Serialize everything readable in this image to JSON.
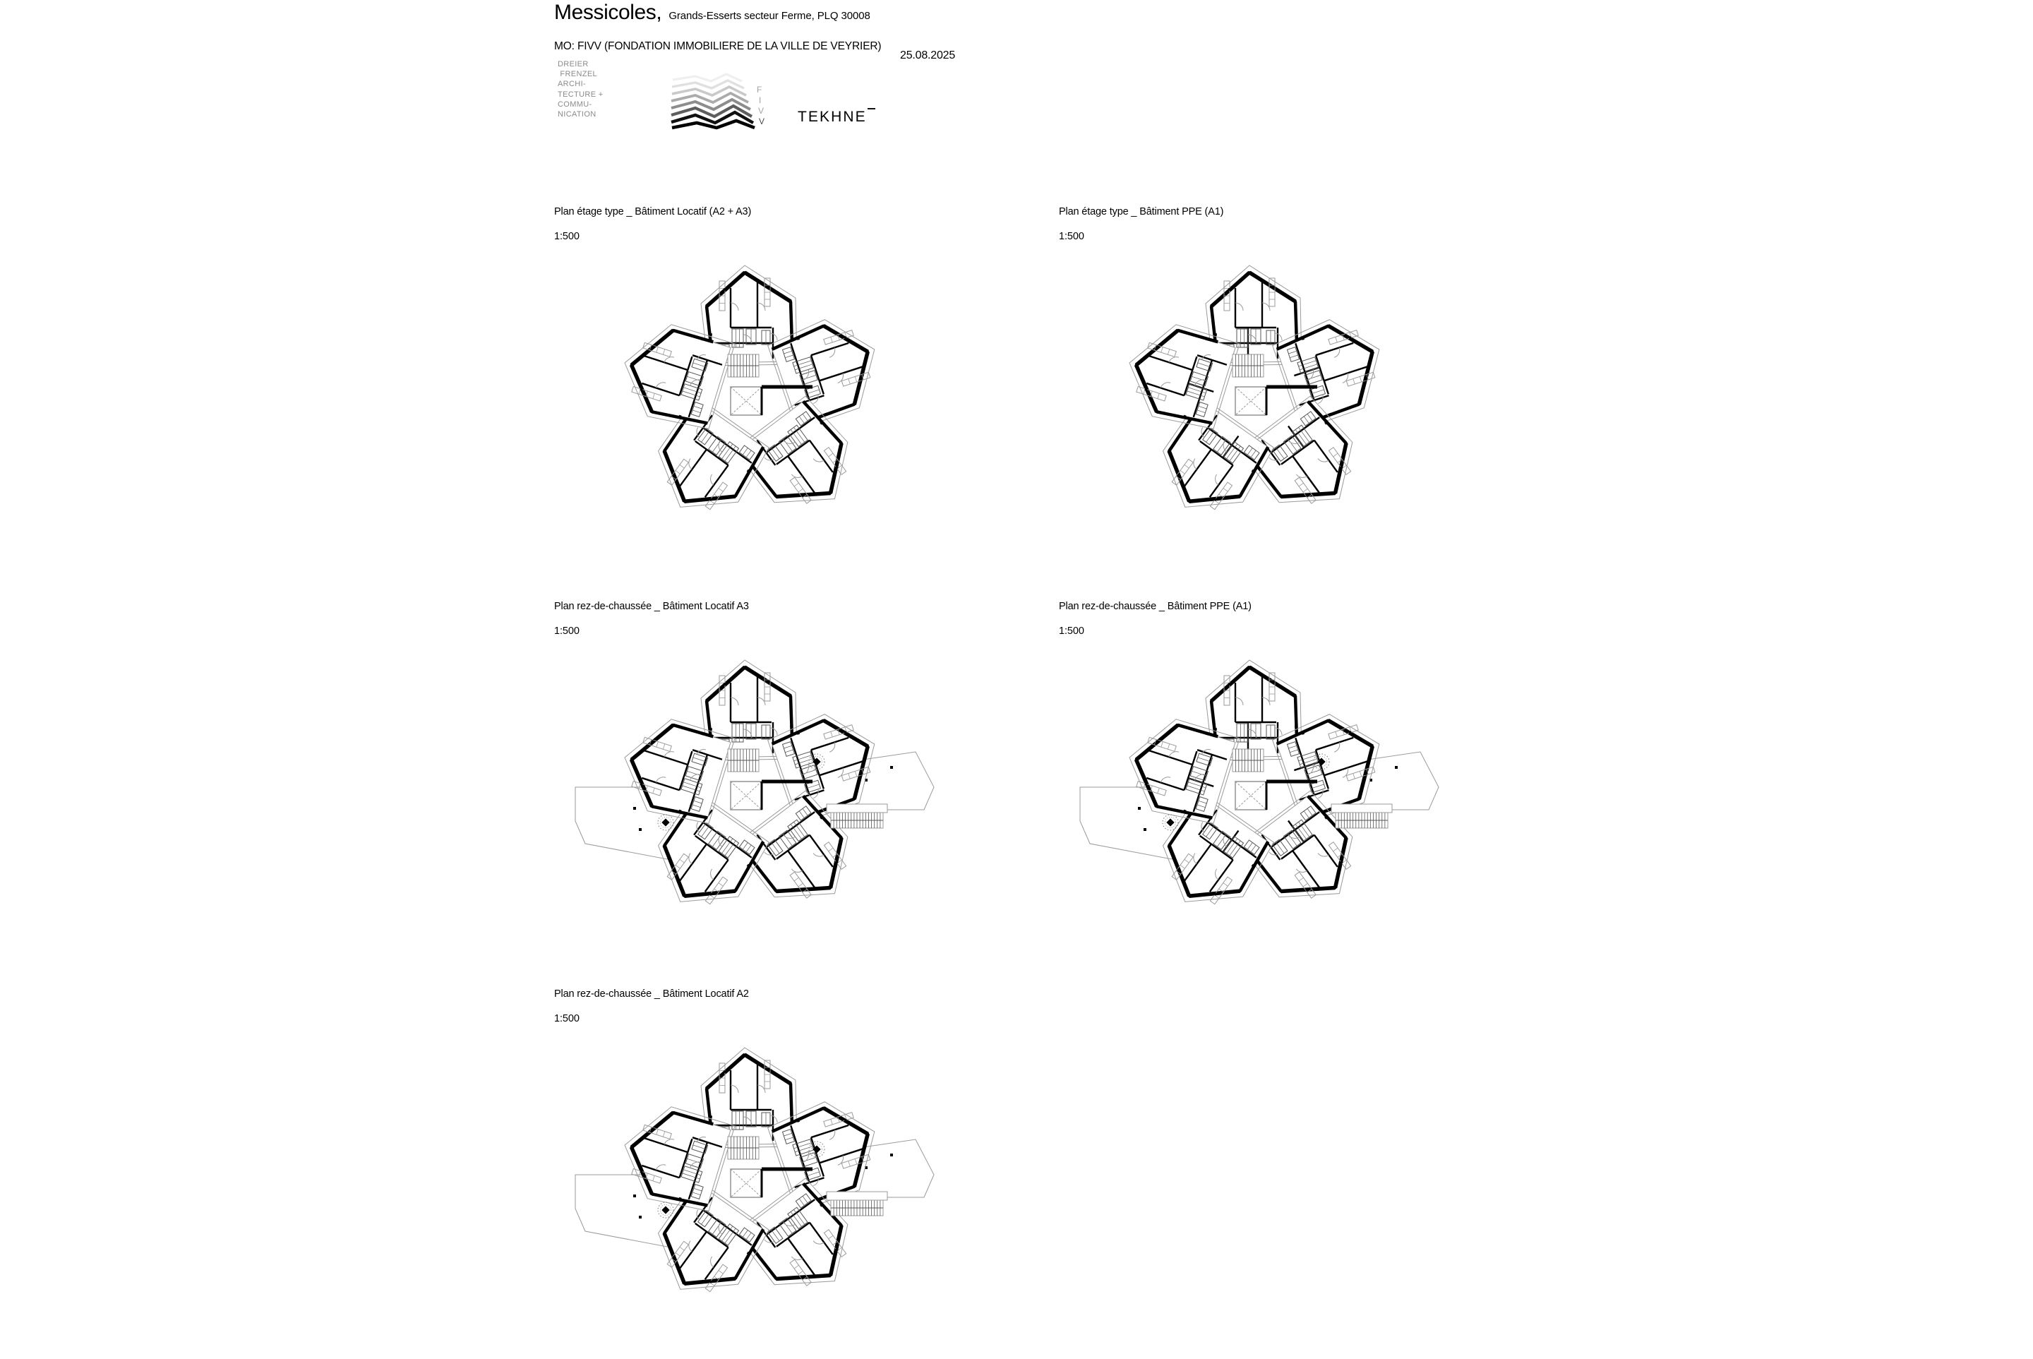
{
  "sheet": {
    "project_name": "Messicoles,",
    "project_subtitle": "Grands-Esserts secteur Ferme, PLQ 30008",
    "client_line": "MO: FIVV (FONDATION IMMOBILIERE DE LA VILLE DE VEYRIER)",
    "date": "25.08.2025"
  },
  "logos": {
    "architect": [
      "DREIER",
      " FRENZEL",
      "ARCHI-",
      "TECTURE +",
      "COMMU-",
      "NICATION"
    ],
    "fivv_letters": [
      "F",
      "I",
      "V",
      "V"
    ],
    "engineer": "TEKHNE"
  },
  "plans": [
    {
      "id": "etage-locatif-a2-a3",
      "title": "Plan étage type _ Bâtiment Locatif (A2 + A3)",
      "scale": "1:500",
      "floor": "etage",
      "variant": "locatif",
      "has_terrace": false,
      "has_trees": false,
      "has_ext_stairs": false
    },
    {
      "id": "etage-ppe-a1",
      "title": "Plan étage type _ Bâtiment PPE (A1)",
      "scale": "1:500",
      "floor": "etage",
      "variant": "ppe",
      "has_terrace": false,
      "has_trees": false,
      "has_ext_stairs": false
    },
    {
      "id": "rez-locatif-a3",
      "title": "Plan rez-de-chaussée _ Bâtiment Locatif A3",
      "scale": "1:500",
      "floor": "rez",
      "variant": "locatif",
      "has_terrace": true,
      "has_trees": true,
      "has_ext_stairs": true
    },
    {
      "id": "rez-ppe-a1",
      "title": "Plan rez-de-chaussée _ Bâtiment PPE (A1)",
      "scale": "1:500",
      "floor": "rez",
      "variant": "ppe",
      "has_terrace": true,
      "has_trees": true,
      "has_ext_stairs": true
    },
    {
      "id": "rez-locatif-a2",
      "title": "Plan rez-de-chaussée _ Bâtiment Locatif A2",
      "scale": "1:500",
      "floor": "rez",
      "variant": "locatif",
      "has_terrace": true,
      "has_trees": true,
      "has_ext_stairs": true
    }
  ],
  "drawing_elements": {
    "core": "elevator-shaft-with-diagonal-cross",
    "stair": "straight-run-stair-with-treads",
    "wings": 5,
    "symbols": [
      "tree-symbol",
      "column-dot",
      "door-swing-arc",
      "kitchen-counter",
      "bathroom-fixture",
      "balcony-railing"
    ]
  },
  "colors": {
    "wall_heavy": "#000000",
    "wall_light": "#1a1a1a",
    "thin_line": "#7a7a7a",
    "logo_gray": "#8a8a8a",
    "paper": "#ffffff"
  }
}
